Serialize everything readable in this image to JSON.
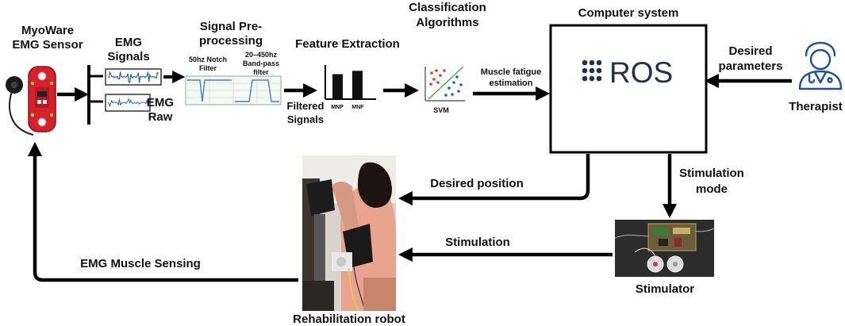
{
  "sensor": {
    "title_line1": "MyoWare",
    "title_line2": "EMG Sensor"
  },
  "emg_signals": {
    "line1": "EMG",
    "line2": "Signals"
  },
  "emg_raw": {
    "line1": "EMG",
    "line2": "Raw"
  },
  "preprocessing": {
    "title_line1": "Signal Pre-",
    "title_line2": "processing",
    "notch_line1": "50hz Notch",
    "notch_line2": "Filter",
    "bandpass_line1": "20–450hz",
    "bandpass_line2": "Band-pass",
    "bandpass_line3": "filter"
  },
  "feature_extraction": {
    "title": "Feature Extraction",
    "bar_label_1": "MNP",
    "bar_label_2": "MNF",
    "bar_heights": [
      0.75,
      0.85
    ]
  },
  "filtered_signals": {
    "line1": "Filtered",
    "line2": "Signals"
  },
  "classification": {
    "title_line1": "Classification",
    "title_line2": "Algorithms",
    "svm_label": "SVM"
  },
  "muscle_fatigue": {
    "line1": "Muscle fatigue",
    "line2": "estimation"
  },
  "computer_system": {
    "title": "Computer system",
    "ros_text": "ROS"
  },
  "desired_parameters": {
    "line1": "Desired",
    "line2": "parameters"
  },
  "therapist": {
    "label": "Therapist"
  },
  "stimulation_mode": {
    "line1": "Stimulation",
    "line2": "mode"
  },
  "desired_position": {
    "label": "Desired position"
  },
  "stimulation": {
    "label": "Stimulation"
  },
  "stimulator": {
    "label": "Stimulator"
  },
  "rehab_robot": {
    "label": "Rehabilitation robot"
  },
  "emg_muscle_sensing": {
    "label": "EMG Muscle Sensing"
  },
  "colors": {
    "sensor_red": "#d6202a",
    "signal_blue": "#2a64b4",
    "ros_navy": "#22314e",
    "therapist_blue": "#1f4fa0"
  }
}
